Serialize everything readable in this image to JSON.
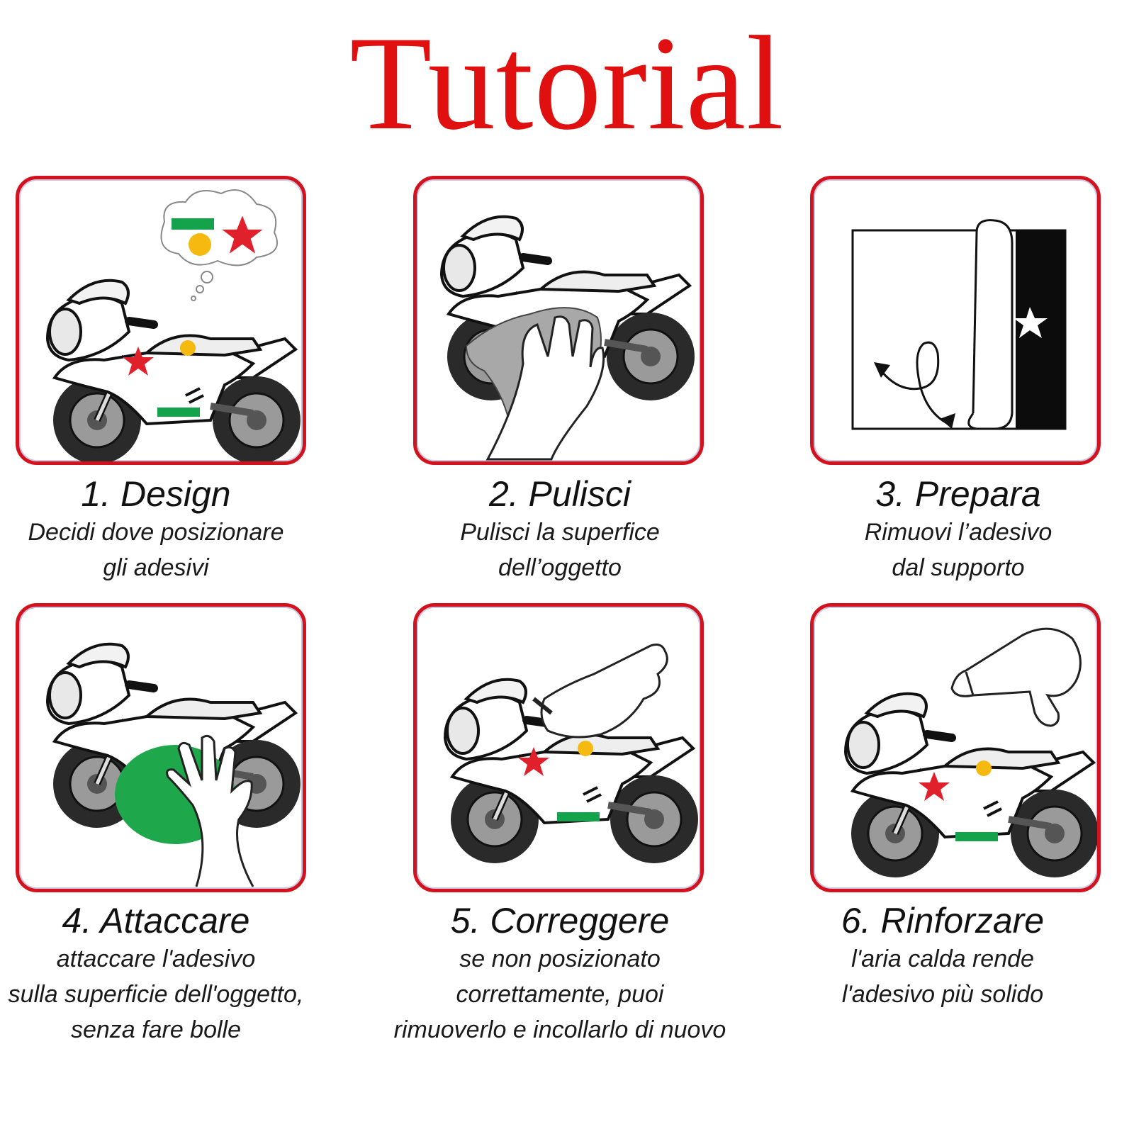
{
  "title": "Tutorial",
  "colors": {
    "accent": "#e01010",
    "border": "#d4121e",
    "sticker_green": "#14a34a",
    "sticker_yellow": "#f6b90f",
    "sticker_red": "#e0202a"
  },
  "steps": [
    {
      "heading": "1. Design",
      "lines": [
        "Decidi dove posizionare",
        "gli adesivi"
      ],
      "icon": "motorcycle-thought-bubble-icon"
    },
    {
      "heading": "2. Pulisci",
      "lines": [
        "Pulisci la superfice",
        "dell’oggetto"
      ],
      "icon": "hand-cloth-wiping-icon"
    },
    {
      "heading": "3. Prepara",
      "lines": [
        "Rimuovi l’adesivo",
        "dal supporto"
      ],
      "icon": "peel-backing-icon"
    },
    {
      "heading": "4. Attaccare",
      "lines": [
        "attaccare l'adesivo",
        "sulla superficie dell'oggetto,",
        "senza fare bolle"
      ],
      "icon": "hand-squeegee-icon"
    },
    {
      "heading": "5. Correggere",
      "lines": [
        "se non posizionato",
        "correttamente, puoi",
        "rimuoverlo e incollarlo di nuovo"
      ],
      "icon": "hand-peeling-sticker-icon"
    },
    {
      "heading": "6. Rinforzare",
      "lines": [
        "l'aria calda rende",
        "l'adesivo più solido"
      ],
      "icon": "hair-dryer-icon"
    }
  ]
}
